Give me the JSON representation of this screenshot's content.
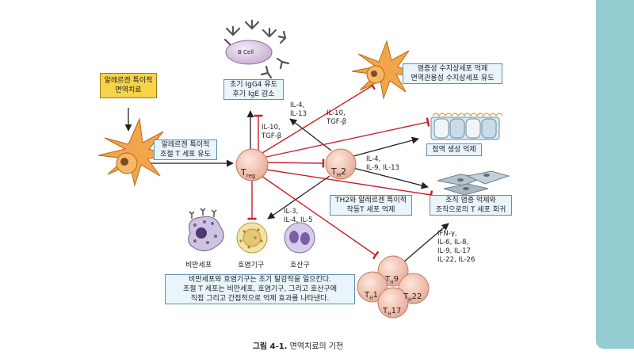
{
  "boxes": {
    "allergen_immunotherapy": "알레르겐 특이적\n면역치료",
    "treg_induction": "알레르겐 특이적\n조절 T 세포 유도",
    "igg4_ige": "초기 IgG4 유도\n후기 IgE 감소",
    "dendritic": "염증성 수지상세포 억제\n면역관용성 수지상세포 유도",
    "mucus": "점액 생성 억제",
    "tissue": "조직 염증 억제와\n조직으로의 T 세포 회귀",
    "th2_suppression": "TH2와 알레르겐 특이적\n작동T 세포 억제",
    "effector_note": "비만세포와 호염기구는 초기 탈감작을 일으킨다.\n조절 T 세포는 비만세포, 호염기구, 그리고 호산구에\n직접 그리고 간접적으로 억제 효과를 나타낸다."
  },
  "labels": {
    "il4_il13_top": "IL-4,\nIL-13",
    "il10_tgf_right": "IL-10,\nTGF-β",
    "il10_tgf_left": "IL-10,\nTGF-β",
    "il4_il9_il13": "IL-4,\nIL-9, IL-13",
    "il3_il4_il5": "IL-3,\nIL-4, IL-5",
    "ifn_group": "IFN-γ,\nIL-6, IL-8,\nIL-9, IL-17\nIL-22, IL-26"
  },
  "cells": {
    "b_cell": "B Cell",
    "treg_main": "T",
    "treg_sub": "reg",
    "th2_main": "T",
    "th2_sub": "H",
    "th2_suffix": "2",
    "th9": "9",
    "th1": "1",
    "th22": "22",
    "th17": "17",
    "th_main": "T",
    "th_sub": "H"
  },
  "captions": {
    "mast_cell": "비만세포",
    "basophil": "호염기구",
    "eosinophil": "호산구"
  },
  "figure": {
    "number": "그림 4-1.",
    "title": "면역치료의 기전"
  },
  "colors": {
    "treg_fill": "#f4c8b8",
    "th_fill": "#f2c4b4",
    "suppress_line": "#c8202a",
    "arrow_line": "#222222",
    "box_fill": "#e9f4fb",
    "yellow_box": "#f6d44a",
    "sidebar": "#93cdd0"
  }
}
